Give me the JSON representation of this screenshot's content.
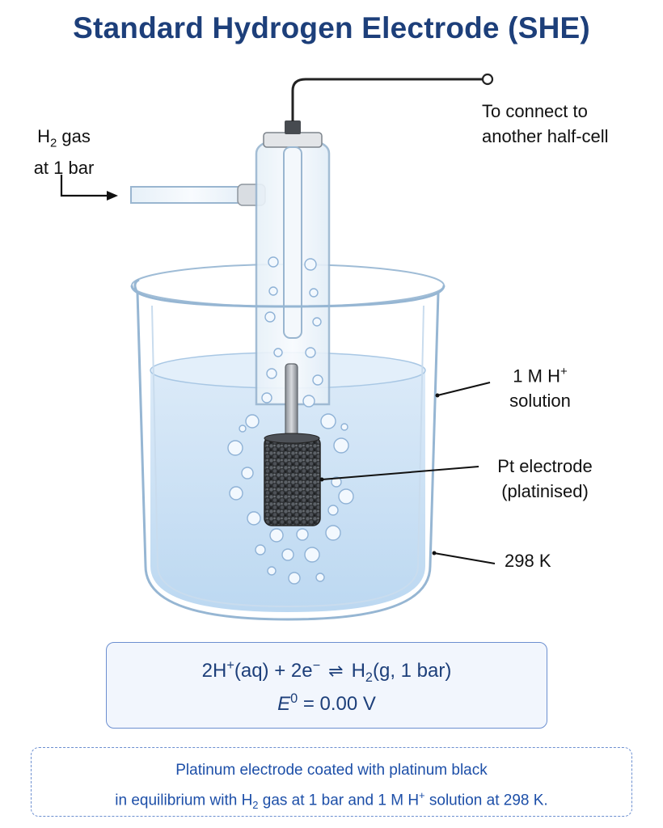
{
  "title": "Standard Hydrogen Electrode (SHE)",
  "labels": {
    "gas_in": {
      "line1_pre": "H",
      "line1_sub": "2",
      "line1_post": " gas",
      "line2": "at 1 bar"
    },
    "connect": {
      "line1": "To connect to",
      "line2": "another half-cell"
    },
    "solution": {
      "line1_pre": "1 M H",
      "line1_sup": "+",
      "line2": "solution"
    },
    "electrode": {
      "line1": "Pt electrode",
      "line2": "(platinised)"
    },
    "temperature": "298 K"
  },
  "equation": {
    "reaction": {
      "a": "2H",
      "a_sup": "+",
      "b": "(aq) + 2e",
      "b_sup": "−",
      "arrow": "⇌",
      "c": "H",
      "c_sub": "2",
      "d": "(g, 1 bar)"
    },
    "potential": {
      "symbol": "E",
      "sup": "0",
      "value": " = 0.00 V"
    }
  },
  "note": {
    "line1": "Platinum electrode coated with platinum black",
    "line2_a": "in equilibrium with H",
    "line2_sub": "2",
    "line2_b": " gas at 1 bar and 1 M H",
    "line2_sup": "+",
    "line2_c": " solution at 298 K."
  },
  "colors": {
    "title": "#1d3f7a",
    "accent": "#6c8fd0",
    "solution": "#cfe3f6",
    "electrode": "#3a3d40"
  }
}
